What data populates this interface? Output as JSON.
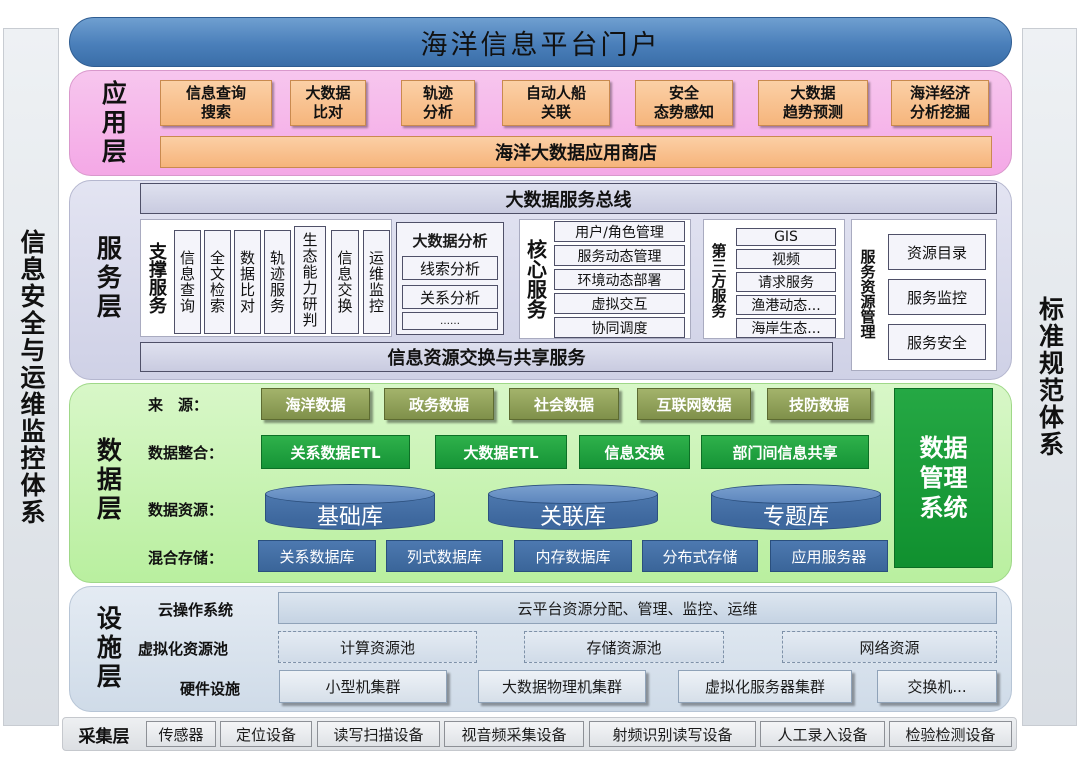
{
  "side": {
    "left": "信息安全与运维监控体系",
    "right": "标准规范体系"
  },
  "title": "海洋信息平台门户",
  "app_layer": {
    "label": "应用层",
    "apps": [
      {
        "line1": "信息查询",
        "line2": "搜索"
      },
      {
        "line1": "大数据",
        "line2": "比对"
      },
      {
        "line1": "轨迹",
        "line2": "分析"
      },
      {
        "line1": "自动人船",
        "line2": "关联"
      },
      {
        "line1": "安全",
        "line2": "态势感知"
      },
      {
        "line1": "大数据",
        "line2": "趋势预测"
      },
      {
        "line1": "海洋经济",
        "line2": "分析挖掘"
      }
    ],
    "store": "海洋大数据应用商店"
  },
  "service_layer": {
    "label": "服务层",
    "bus": "大数据服务总线",
    "support": {
      "title": "支撑服务",
      "items": [
        "信息查询",
        "全文检索",
        "数据比对",
        "轨迹服务",
        "生态能力研判",
        "信息交换",
        "运维监控"
      ]
    },
    "bigdata": {
      "title": "大数据分析",
      "items": [
        "线索分析",
        "关系分析",
        "……"
      ]
    },
    "core": {
      "title": "核心服务",
      "items": [
        "用户/角色管理",
        "服务动态管理",
        "环境动态部署",
        "虚拟交互",
        "协同调度"
      ]
    },
    "third": {
      "title": "第三方服务",
      "items": [
        "GIS",
        "视频",
        "请求服务",
        "渔港动态...",
        "海岸生态..."
      ]
    },
    "resource": {
      "title": "服务资源管理",
      "items": [
        "资源目录",
        "服务监控",
        "服务安全"
      ]
    },
    "exchange": "信息资源交换与共享服务"
  },
  "data_layer": {
    "label": "数据层",
    "rows": {
      "source": "来　源：",
      "integrate": "数据整合：",
      "resource": "数据资源：",
      "storage": "混合存储："
    },
    "sources": [
      "海洋数据",
      "政务数据",
      "社会数据",
      "互联网数据",
      "技防数据"
    ],
    "integration": [
      "关系数据ETL",
      "大数据ETL",
      "信息交换",
      "部门间信息共享"
    ],
    "databases": [
      "基础库",
      "关联库",
      "专题库"
    ],
    "storage": [
      "关系数据库",
      "列式数据库",
      "内存数据库",
      "分布式存储",
      "应用服务器"
    ],
    "dms": [
      "数据",
      "管理",
      "系统"
    ]
  },
  "infra_layer": {
    "label": "设施层",
    "cloud_label": "云操作系统",
    "cloud_value": "云平台资源分配、管理、监控、运维",
    "pool_label": "虚拟化资源池",
    "pools": [
      "计算资源池",
      "存储资源池",
      "网络资源"
    ],
    "hw_label": "硬件设施",
    "hardware": [
      "小型机集群",
      "大数据物理机集群",
      "虚拟化服务器集群",
      "交换机..."
    ]
  },
  "collect_layer": {
    "label": "采集层",
    "devices": [
      "传感器",
      "定位设备",
      "读写扫描设备",
      "视音频采集设备",
      "射频识别读写设备",
      "人工录入设备",
      "检验检测设备"
    ]
  }
}
